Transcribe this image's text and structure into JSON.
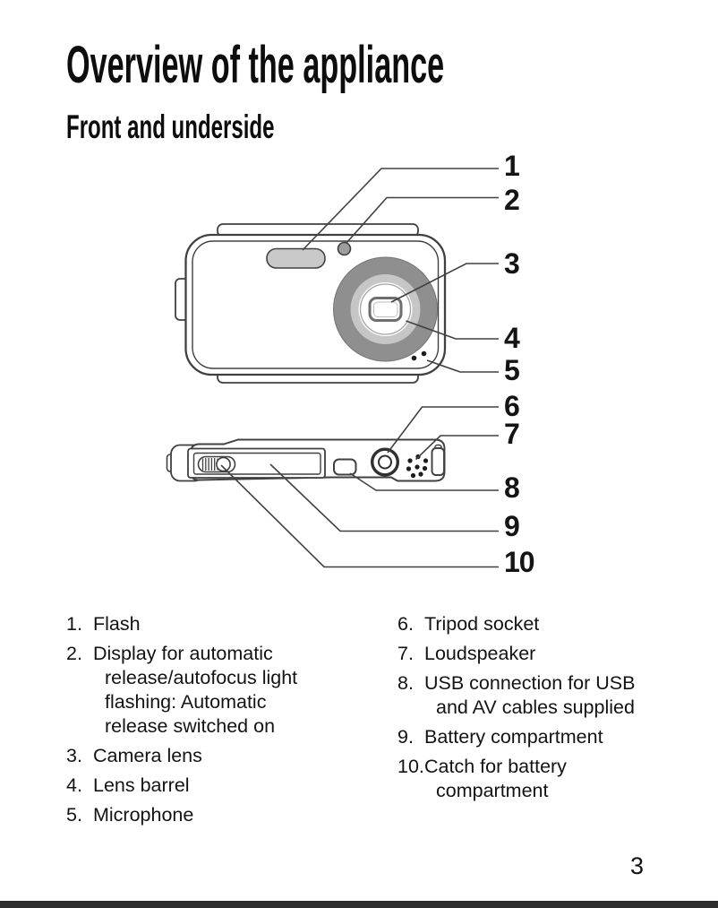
{
  "page": {
    "title": "Overview of the appliance",
    "subtitle": "Front and underside",
    "page_number": "3"
  },
  "callouts": [
    "1",
    "2",
    "3",
    "4",
    "5",
    "6",
    "7",
    "8",
    "9",
    "10"
  ],
  "legend": {
    "left": [
      {
        "num": "1.",
        "text": "Flash"
      },
      {
        "num": "2.",
        "text": "Display for automatic\nrelease/autofocus light\nflashing: Automatic\nrelease switched on"
      },
      {
        "num": "3.",
        "text": "Camera lens"
      },
      {
        "num": "4.",
        "text": "Lens barrel"
      },
      {
        "num": "5.",
        "text": "Microphone"
      }
    ],
    "right": [
      {
        "num": "6.",
        "text": "Tripod socket"
      },
      {
        "num": "7.",
        "text": "Loudspeaker"
      },
      {
        "num": "8.",
        "text": "USB connection for USB\nand AV cables supplied"
      },
      {
        "num": "9.",
        "text": "Battery compartment"
      },
      {
        "num": "10.",
        "text": "Catch for battery\ncompartment"
      }
    ]
  },
  "diagram": {
    "colors": {
      "outline": "#404040",
      "flash_fill": "#c9c9c9",
      "af_light_fill": "#9e9e9e",
      "lens_outer": "#8f8f8f",
      "lens_ring": "#c6c6c6",
      "dot_black": "#1c1c1c",
      "footer_bar": "#2d2d2d"
    }
  }
}
